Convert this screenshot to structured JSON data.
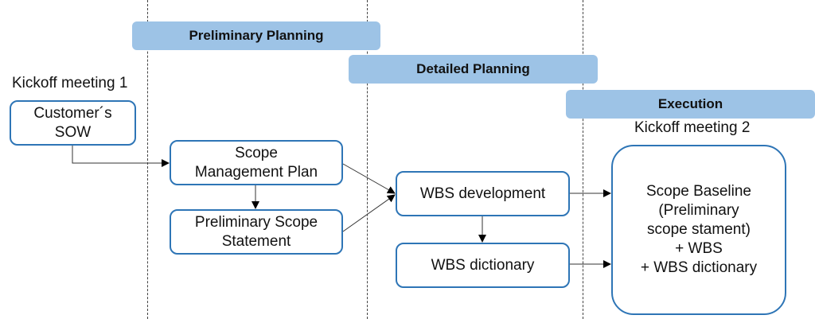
{
  "phases": {
    "preliminary_planning": "Preliminary Planning",
    "detailed_planning": "Detailed Planning",
    "execution": "Execution"
  },
  "labels": {
    "kickoff_1": "Kickoff meeting 1",
    "kickoff_2": "Kickoff meeting 2"
  },
  "nodes": {
    "customer_sow": "Customer´s\nSOW",
    "scope_management_plan": "Scope\nManagement Plan",
    "preliminary_scope_statement": "Preliminary Scope\nStatement",
    "wbs_development": "WBS development",
    "wbs_dictionary": "WBS dictionary",
    "scope_baseline": "Scope Baseline\n(Preliminary\nscope stament)\n+ WBS\n+ WBS dictionary"
  },
  "edges": [
    {
      "from": "customer_sow",
      "to": "scope_management_plan"
    },
    {
      "from": "scope_management_plan",
      "to": "preliminary_scope_statement"
    },
    {
      "from": "scope_management_plan",
      "to": "wbs_development"
    },
    {
      "from": "preliminary_scope_statement",
      "to": "wbs_development"
    },
    {
      "from": "wbs_development",
      "to": "wbs_dictionary"
    },
    {
      "from": "wbs_development",
      "to": "scope_baseline"
    },
    {
      "from": "wbs_dictionary",
      "to": "scope_baseline"
    }
  ],
  "colors": {
    "phase_fill": "#9dc3e6",
    "node_border": "#2e75b6"
  }
}
